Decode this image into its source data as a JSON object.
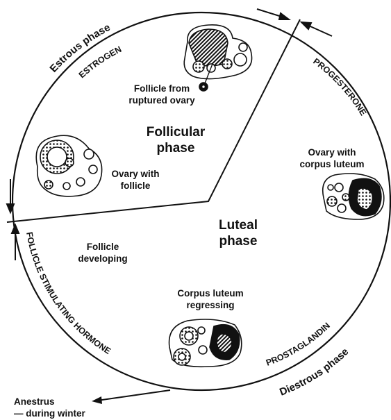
{
  "phases": {
    "estrous": "Estrous phase",
    "diestrous": "Diestrous phase",
    "follicular_line1": "Follicular",
    "follicular_line2": "phase",
    "luteal_line1": "Luteal",
    "luteal_line2": "phase"
  },
  "hormones": {
    "estrogen": "ESTROGEN",
    "progesterone": "PROGESTERONE",
    "fsh": "FOLLICLE STIMULATING HORMONE",
    "prostaglandin": "PROSTAGLANDIN"
  },
  "labels": {
    "follicle_ruptured_1": "Follicle from",
    "follicle_ruptured_2": "ruptured ovary",
    "ovary_follicle_1": "Ovary with",
    "ovary_follicle_2": "follicle",
    "ovary_corpus_1": "Ovary with",
    "ovary_corpus_2": "corpus luteum",
    "follicle_dev_1": "Follicle",
    "follicle_dev_2": "developing",
    "corpus_regress_1": "Corpus luteum",
    "corpus_regress_2": "regressing",
    "anestrus_1": "Anestrus",
    "anestrus_2": "— during winter"
  },
  "icons": [
    "ovary-ruptured-icon",
    "ovary-follicle-icon",
    "ovary-corpus-luteum-icon",
    "ovary-regressing-icon",
    "cycle-arrow-icon"
  ]
}
